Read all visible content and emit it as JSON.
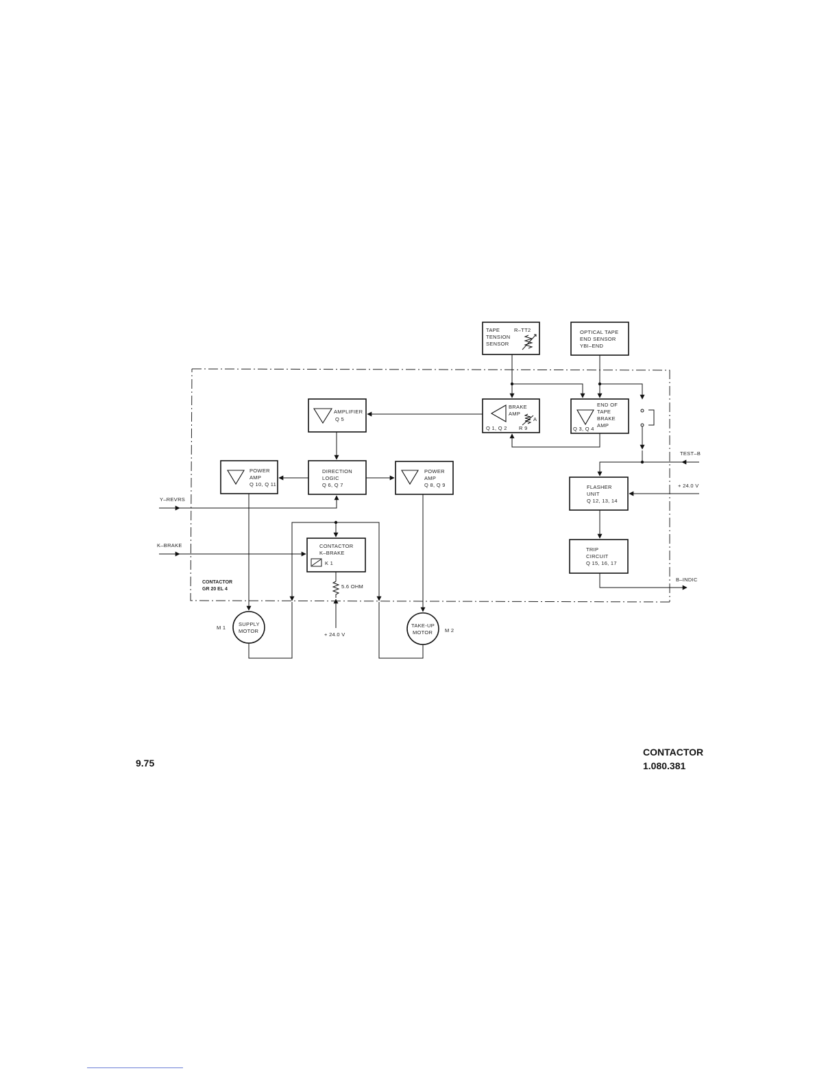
{
  "diagram": {
    "boxes": {
      "tape_tension": [
        "TAPE",
        "TENSION",
        "SENSOR"
      ],
      "tape_tension_ref": "R–TT2",
      "optical": [
        "OPTICAL TAPE",
        "END SENSOR",
        "YBI–END"
      ],
      "amplifier": [
        "AMPLIFIER",
        "Q 5"
      ],
      "brake_amp": [
        "BRAKE",
        "AMP"
      ],
      "brake_amp_q": "Q 1, Q 2",
      "brake_amp_r": "R 9",
      "brake_amp_a": "A",
      "end_tape": [
        "END OF",
        "TAPE",
        "BRAKE",
        "AMP"
      ],
      "end_tape_q": "Q 3, Q 4",
      "power_amp_left": [
        "POWER",
        "AMP",
        "Q 10, Q 11"
      ],
      "direction_logic": [
        "DIRECTION",
        "LOGIC",
        "Q 6, Q 7"
      ],
      "power_amp_right": [
        "POWER",
        "AMP",
        "Q 8, Q 9"
      ],
      "flasher": [
        "FLASHER",
        "UNIT",
        "Q 12, 13, 14"
      ],
      "contactor_k": [
        "CONTACTOR",
        "K–BRAKE"
      ],
      "relay_label": "K 1",
      "trip": [
        "TRIP",
        "CIRCUIT",
        "Q 15, 16, 17"
      ],
      "supply_motor": [
        "SUPPLY",
        "MOTOR"
      ],
      "takeup_motor": [
        "TAKE-UP",
        "MOTOR"
      ]
    },
    "signals": {
      "y_revrs": "Y–REVRS",
      "k_brake": "K–BRAKE",
      "test_b": "TEST–B",
      "plus24_right": "+ 24.0 V",
      "b_indic": "B–INDIC",
      "plus24_bottom": "+ 24.0 V",
      "resistor": "5.6 OHM",
      "m1": "M 1",
      "m2": "M 2"
    },
    "module_label": [
      "CONTACTOR",
      "GR 20  EL 4"
    ]
  },
  "footer": {
    "page_number": "9.75",
    "title": "CONTACTOR",
    "doc_number": "1.080.381"
  }
}
